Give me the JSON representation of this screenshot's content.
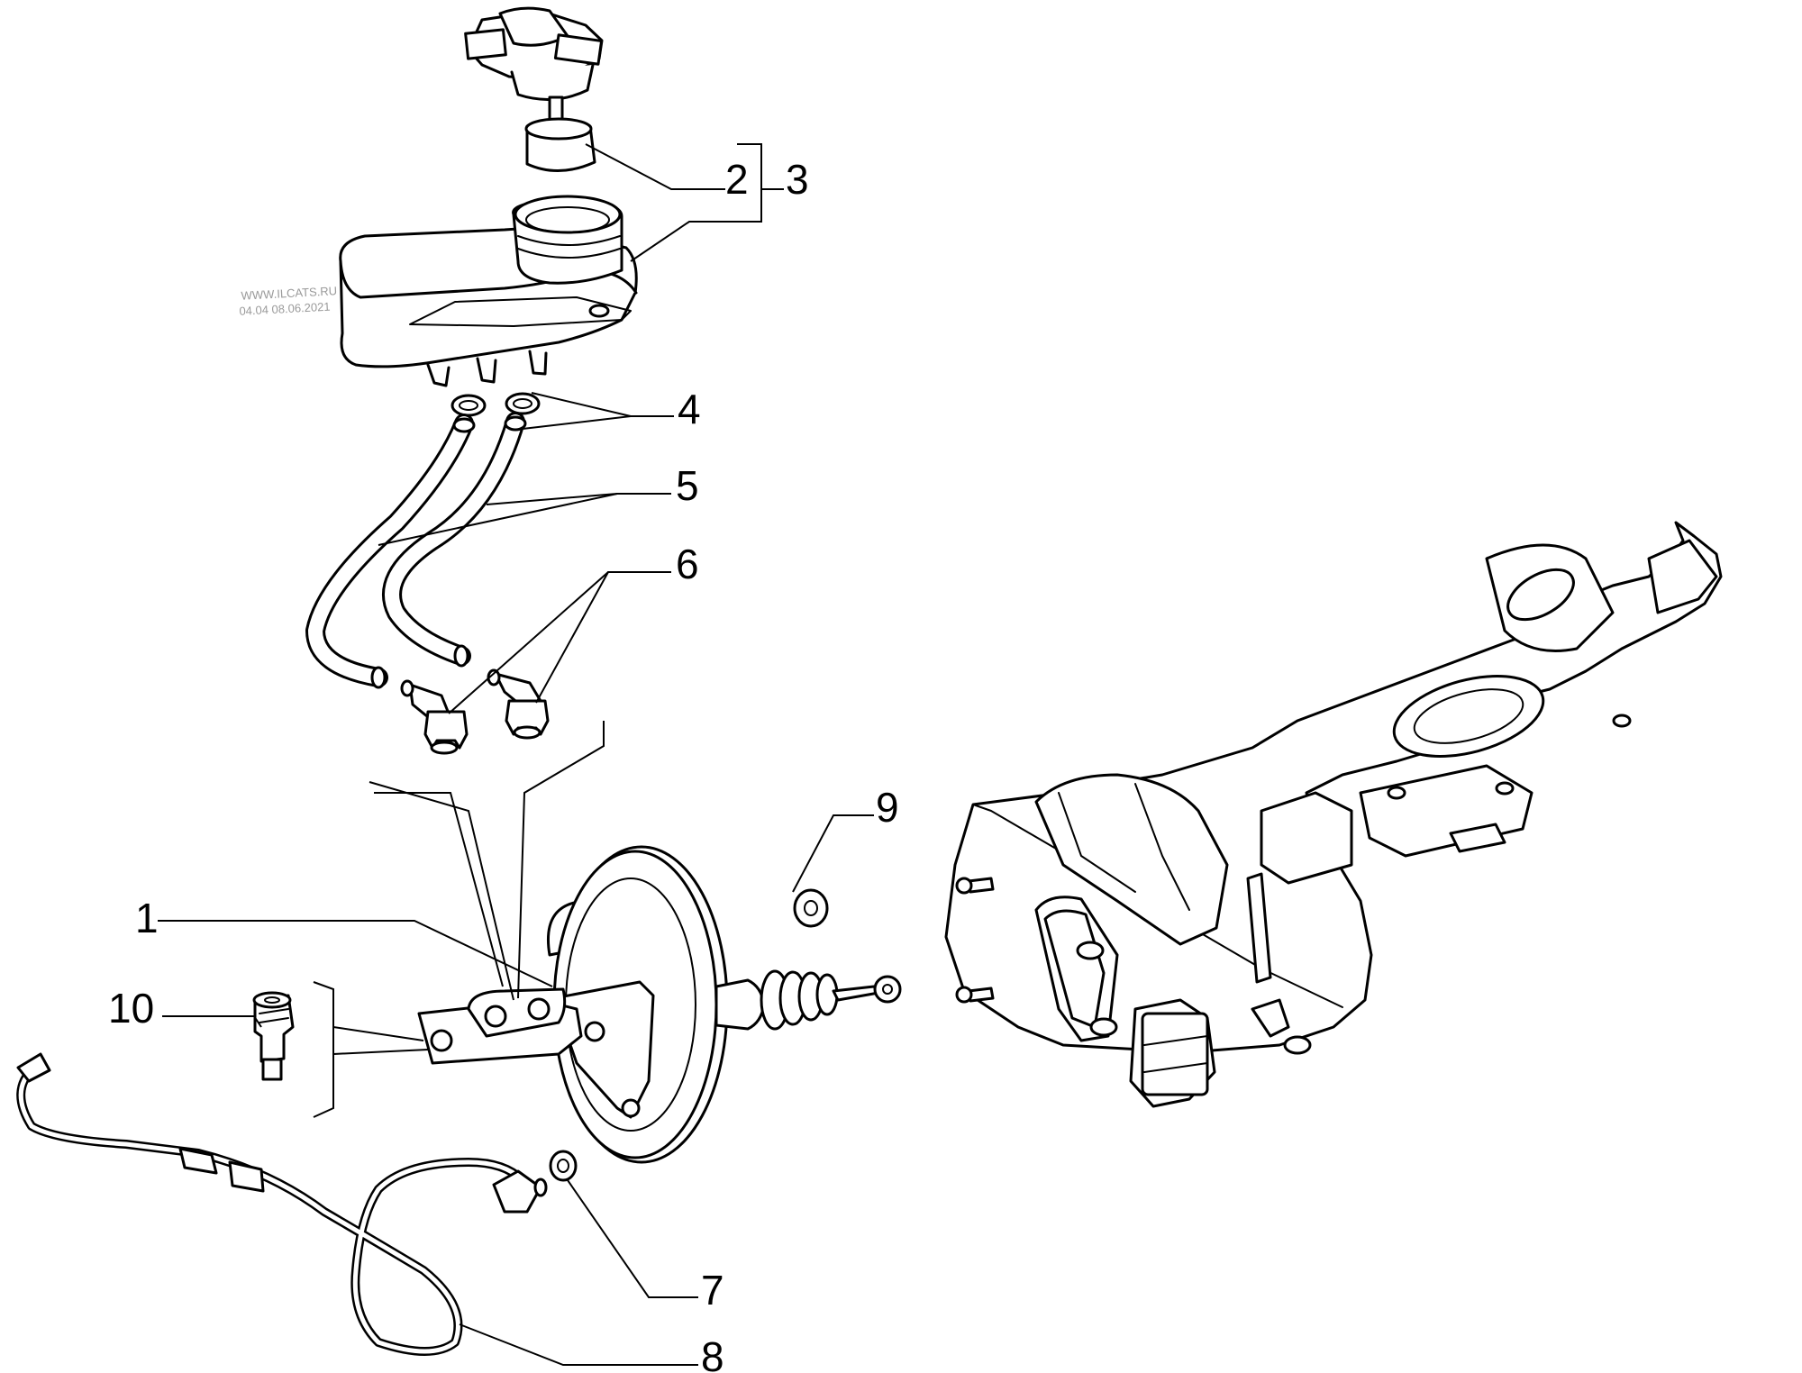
{
  "watermark": {
    "line1": "WWW.ILCATS.RU",
    "line2": "04.04 08.06.2021"
  },
  "callouts": [
    {
      "id": "1",
      "label": "1"
    },
    {
      "id": "2",
      "label": "2"
    },
    {
      "id": "3",
      "label": "3"
    },
    {
      "id": "4",
      "label": "4"
    },
    {
      "id": "5",
      "label": "5"
    },
    {
      "id": "6",
      "label": "6"
    },
    {
      "id": "7",
      "label": "7"
    },
    {
      "id": "8",
      "label": "8"
    },
    {
      "id": "9",
      "label": "9"
    },
    {
      "id": "10",
      "label": "10"
    }
  ],
  "parts": [
    {
      "ref": "1",
      "icon": "brake-master-cylinder-servo-icon"
    },
    {
      "ref": "2",
      "icon": "reservoir-cap-sensor-icon"
    },
    {
      "ref": "3",
      "icon": "fluid-reservoir-icon"
    },
    {
      "ref": "4",
      "icon": "hose-clamp-icon"
    },
    {
      "ref": "5",
      "icon": "hose-icon"
    },
    {
      "ref": "6",
      "icon": "elbow-fitting-icon"
    },
    {
      "ref": "7",
      "icon": "nut-icon"
    },
    {
      "ref": "8",
      "icon": "vacuum-pipe-icon"
    },
    {
      "ref": "9",
      "icon": "nut-icon"
    },
    {
      "ref": "10",
      "icon": "plug-icon"
    }
  ]
}
